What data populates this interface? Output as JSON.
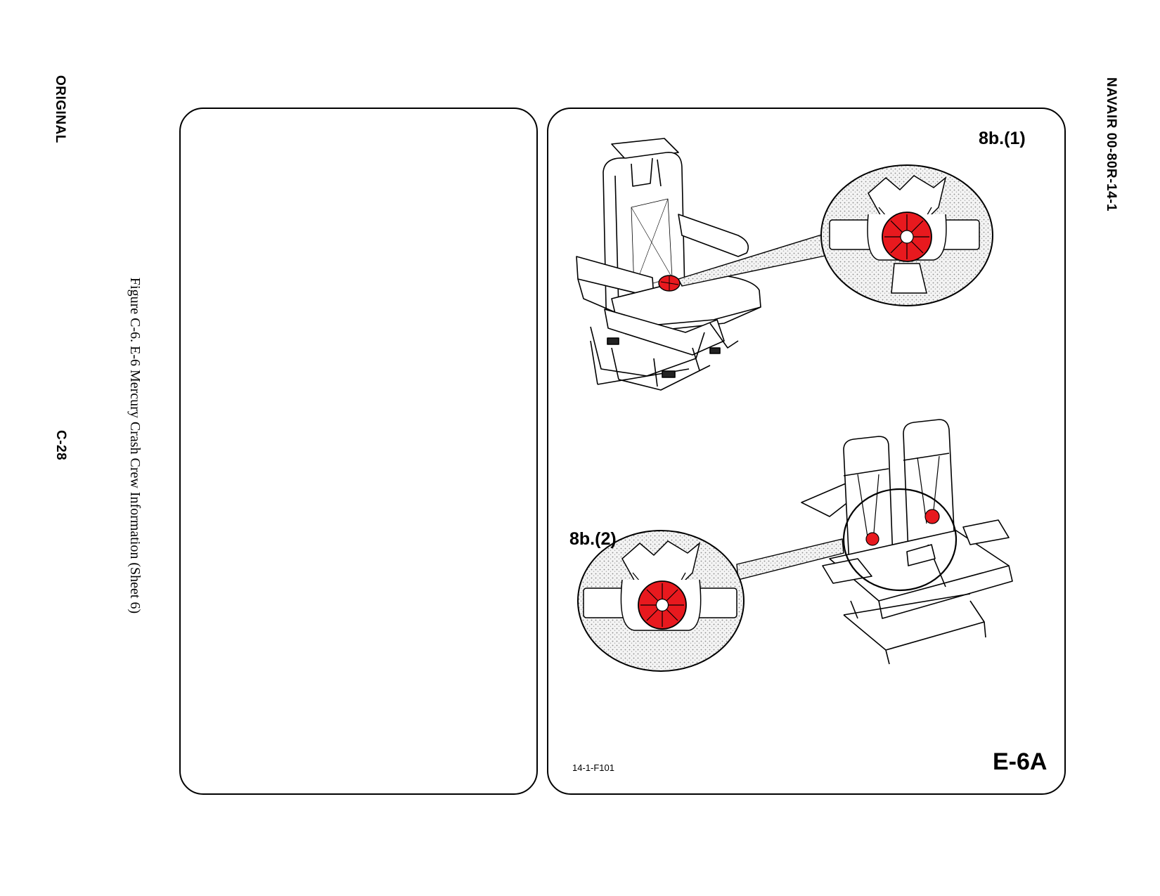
{
  "page": {
    "left_label": "ORIGINAL",
    "page_number": "C-28",
    "doc_id": "NAVAIR 00-80R-14-1",
    "caption": "Figure C-6.  E-6 Mercury Crash Crew Information (Sheet 6)"
  },
  "figure": {
    "callout_1": "8b.(1)",
    "callout_2": "8b.(2)",
    "figure_code": "14-1-F101",
    "model": "E-6A",
    "colors": {
      "release_mechanism": "#e8191e",
      "outline": "#000000"
    }
  }
}
